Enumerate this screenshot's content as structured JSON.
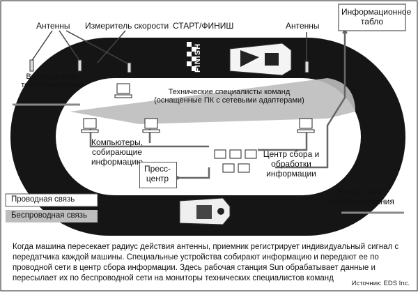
{
  "labels": {
    "antennas_left": "Антенны",
    "speed_meter": "Измеритель скорости",
    "start_finish": "СТАРТ/ФИНИШ",
    "antennas_right": "Антенны",
    "info_board": "Информационное табло",
    "pit_exit": "Выход из зоны техобслуживания",
    "team_techs": "Технические специалисты команд (оснащенные ПК с сетевыми адаптерами)",
    "computers": "Компьютеры, собирающие информацию",
    "press_center": "Пресс-центр",
    "data_center": "Центр сбора и обработки информации",
    "pit_entry": "Вход в зону техобслуживания",
    "finish_text": "FINISH"
  },
  "legend": {
    "wired": "Проводная связь",
    "wireless": "Беспроводная связь"
  },
  "caption": "Когда машина пересекает радиус действия антенны, приемник регистрирует индивидуальный сигнал с передатчика каждой машины. Специальные устройства собирают информацию и передают ее по проводной сети в центр сбора информации. Здесь рабочая станция Sun обрабатывает данные и пересылает их по беспроводной сети на мониторы технических специалистов команд",
  "source": "Источник: EDS Inc.",
  "colors": {
    "track": "#151515",
    "wireless_band": "#b9b9b9",
    "infield": "#ffffff",
    "wired_line": "#555555"
  }
}
